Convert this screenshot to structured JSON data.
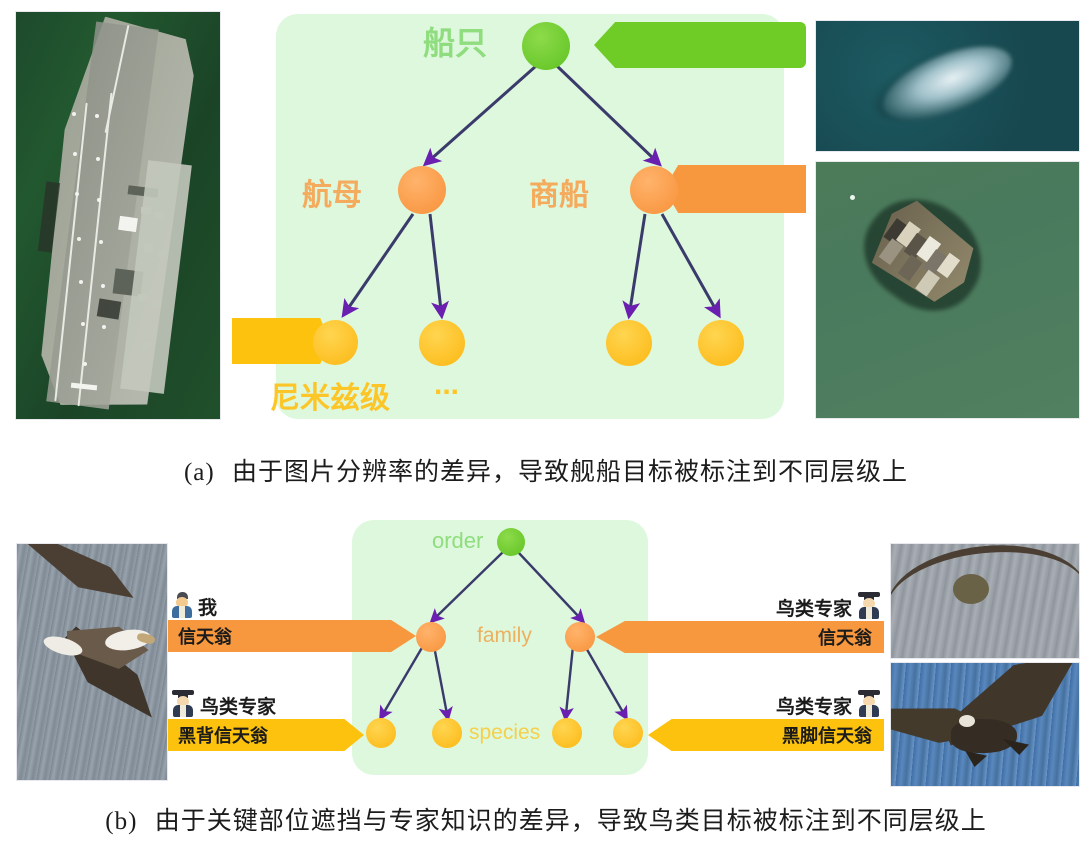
{
  "figure": {
    "panel_a": {
      "caption_label": "(a)",
      "caption_text": "由于图片分辨率的差异，导致舰船目标被标注到不同层级上",
      "tree": {
        "level_labels": {
          "root": "船只",
          "left_mid": "航母",
          "right_mid": "商船",
          "leaf": "尼米兹级",
          "ellipsis": "..."
        },
        "nodes": [
          {
            "id": "root",
            "label": "船只",
            "color": "#5ec222",
            "level": "root"
          },
          {
            "id": "carrier",
            "label": "航母",
            "color": "#f79139",
            "level": "mid"
          },
          {
            "id": "merchant",
            "label": "商船",
            "color": "#f79139",
            "level": "mid"
          },
          {
            "id": "nimitz",
            "label": "尼米兹级",
            "color": "#fcb712",
            "level": "leaf"
          },
          {
            "id": "leaf2",
            "label": "",
            "color": "#fcb712",
            "level": "leaf"
          },
          {
            "id": "leaf3",
            "label": "",
            "color": "#fcb712",
            "level": "leaf"
          },
          {
            "id": "leaf4",
            "label": "",
            "color": "#fcb712",
            "level": "leaf"
          }
        ]
      },
      "callouts": [
        {
          "id": "green-callout",
          "text": "",
          "color": "#6fcb25",
          "direction": "left"
        },
        {
          "id": "orange-callout",
          "text": "",
          "color": "#f7983f",
          "direction": "left"
        },
        {
          "id": "yellow-callout",
          "text": "",
          "color": "#fcc20d",
          "direction": "right"
        }
      ],
      "photos": [
        {
          "id": "aircraft-carrier-photo",
          "alt": "高分辨率航母俯视卫星图"
        },
        {
          "id": "blurry-ship-photo",
          "alt": "低分辨率模糊舰船卫星图"
        },
        {
          "id": "container-ship-photo",
          "alt": "商船（集装箱船）卫星图"
        }
      ]
    },
    "panel_b": {
      "caption_label": "(b)",
      "caption_text": "由于关键部位遮挡与专家知识的差异，导致鸟类目标被标注到不同层级上",
      "tree": {
        "level_labels": {
          "root": "order",
          "mid": "family",
          "leaf": "species"
        },
        "nodes": [
          {
            "id": "order",
            "label": "order",
            "color": "#5ec222",
            "level": "order"
          },
          {
            "id": "family-left",
            "label": "",
            "color": "#f79139",
            "level": "family"
          },
          {
            "id": "family-right",
            "label": "",
            "color": "#f79139",
            "level": "family"
          },
          {
            "id": "species-1",
            "label": "",
            "color": "#fcb712",
            "level": "species"
          },
          {
            "id": "species-2",
            "label": "",
            "color": "#fcb712",
            "level": "species"
          },
          {
            "id": "species-3",
            "label": "",
            "color": "#fcb712",
            "level": "species"
          },
          {
            "id": "species-4",
            "label": "",
            "color": "#fcb712",
            "level": "species"
          }
        ]
      },
      "annotations": [
        {
          "id": "me-family",
          "annotator": "我",
          "annotator_icon": "person-icon",
          "label": "信天翁",
          "color": "#f7983f",
          "direction": "right",
          "position": "top-left"
        },
        {
          "id": "expert-family",
          "annotator": "鸟类专家",
          "annotator_icon": "graduate-person-icon",
          "label": "信天翁",
          "color": "#f7983f",
          "direction": "left",
          "position": "top-right"
        },
        {
          "id": "expert-species-left",
          "annotator": "鸟类专家",
          "annotator_icon": "graduate-person-icon",
          "label": "黑背信天翁",
          "color": "#fcc20d",
          "direction": "right",
          "position": "bottom-left"
        },
        {
          "id": "expert-species-right",
          "annotator": "鸟类专家",
          "annotator_icon": "graduate-person-icon",
          "label": "黑脚信天翁",
          "color": "#fcc20d",
          "direction": "left",
          "position": "bottom-right"
        }
      ],
      "photos": [
        {
          "id": "albatross-flying-photo",
          "alt": "信天翁飞行照片（灰色海面）"
        },
        {
          "id": "albatross-occluded-photo",
          "alt": "关键部位被遮挡的信天翁照片"
        },
        {
          "id": "black-footed-albatross-photo",
          "alt": "黑脚信天翁飞行照片（蓝色海面）"
        }
      ]
    },
    "colors": {
      "panel_bg": "#ddf8dd",
      "green_node": "#5ec222",
      "orange_node": "#f79139",
      "yellow_node": "#fcb712",
      "edge": "#3a3a6b",
      "arrow_head": "#6a1fb0",
      "green_arrow": "#6fcb25",
      "orange_arrow": "#f7983f",
      "yellow_arrow": "#fcc20d"
    }
  }
}
